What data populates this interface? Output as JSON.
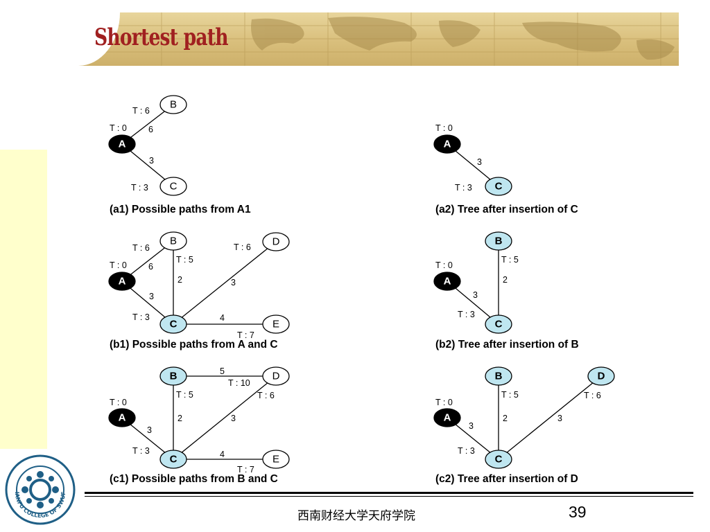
{
  "slide": {
    "title": "Shortest path",
    "footer": "西南财经大学天府学院",
    "page_number": "39"
  },
  "logo": {
    "text": "TIANFU COLLEGE OF SWUFE"
  },
  "colors": {
    "source_fill": "#000000",
    "tree_fill": "#bfe6f0",
    "plain_fill": "#ffffff",
    "title_red": "#a02020"
  },
  "panels": [
    {
      "id": "a1",
      "caption": "(a1) Possible paths from A1",
      "nodes": [
        {
          "id": "A",
          "style": "source"
        },
        {
          "id": "B",
          "style": "plain"
        },
        {
          "id": "C",
          "style": "plain"
        }
      ],
      "edges": [
        {
          "from": "A",
          "to": "B",
          "weight": "6"
        },
        {
          "from": "A",
          "to": "C",
          "weight": "3"
        }
      ],
      "labels": [
        "T : 0",
        "T : 6",
        "T : 3"
      ]
    },
    {
      "id": "a2",
      "caption": "(a2) Tree after insertion of C",
      "nodes": [
        {
          "id": "A",
          "style": "source"
        },
        {
          "id": "C",
          "style": "tree"
        }
      ],
      "edges": [
        {
          "from": "A",
          "to": "C",
          "weight": "3"
        }
      ],
      "labels": [
        "T : 0",
        "T : 3"
      ]
    },
    {
      "id": "b1",
      "caption": "(b1) Possible paths from A and C",
      "nodes": [
        {
          "id": "A",
          "style": "source"
        },
        {
          "id": "B",
          "style": "plain"
        },
        {
          "id": "C",
          "style": "tree"
        },
        {
          "id": "D",
          "style": "plain"
        },
        {
          "id": "E",
          "style": "plain"
        }
      ],
      "edges": [
        {
          "from": "A",
          "to": "B",
          "weight": "6"
        },
        {
          "from": "A",
          "to": "C",
          "weight": "3"
        },
        {
          "from": "C",
          "to": "B",
          "weight": "2"
        },
        {
          "from": "C",
          "to": "D",
          "weight": "3"
        },
        {
          "from": "C",
          "to": "E",
          "weight": "4"
        }
      ],
      "labels": [
        "T : 0",
        "T : 6",
        "T : 5",
        "T : 6",
        "T : 3",
        "T : 7"
      ]
    },
    {
      "id": "b2",
      "caption": "(b2) Tree after insertion of B",
      "nodes": [
        {
          "id": "A",
          "style": "source"
        },
        {
          "id": "B",
          "style": "tree"
        },
        {
          "id": "C",
          "style": "tree"
        }
      ],
      "edges": [
        {
          "from": "A",
          "to": "C",
          "weight": "3"
        },
        {
          "from": "C",
          "to": "B",
          "weight": "2"
        }
      ],
      "labels": [
        "T : 0",
        "T : 5",
        "T : 3"
      ]
    },
    {
      "id": "c1",
      "caption": "(c1) Possible paths from B and C",
      "nodes": [
        {
          "id": "A",
          "style": "source"
        },
        {
          "id": "B",
          "style": "tree"
        },
        {
          "id": "C",
          "style": "tree"
        },
        {
          "id": "D",
          "style": "plain"
        },
        {
          "id": "E",
          "style": "plain"
        }
      ],
      "edges": [
        {
          "from": "A",
          "to": "C",
          "weight": "3"
        },
        {
          "from": "C",
          "to": "B",
          "weight": "2"
        },
        {
          "from": "B",
          "to": "D",
          "weight": "5"
        },
        {
          "from": "C",
          "to": "D",
          "weight": "3"
        },
        {
          "from": "C",
          "to": "E",
          "weight": "4"
        }
      ],
      "labels": [
        "T : 0",
        "T : 5",
        "T : 10",
        "T : 6",
        "T : 3",
        "T : 7"
      ]
    },
    {
      "id": "c2",
      "caption": "(c2) Tree after insertion of D",
      "nodes": [
        {
          "id": "A",
          "style": "source"
        },
        {
          "id": "B",
          "style": "tree"
        },
        {
          "id": "C",
          "style": "tree"
        },
        {
          "id": "D",
          "style": "tree"
        }
      ],
      "edges": [
        {
          "from": "A",
          "to": "C",
          "weight": "3"
        },
        {
          "from": "C",
          "to": "B",
          "weight": "2"
        },
        {
          "from": "C",
          "to": "D",
          "weight": "3"
        }
      ],
      "labels": [
        "T : 0",
        "T : 5",
        "T : 6",
        "T : 3"
      ]
    }
  ]
}
